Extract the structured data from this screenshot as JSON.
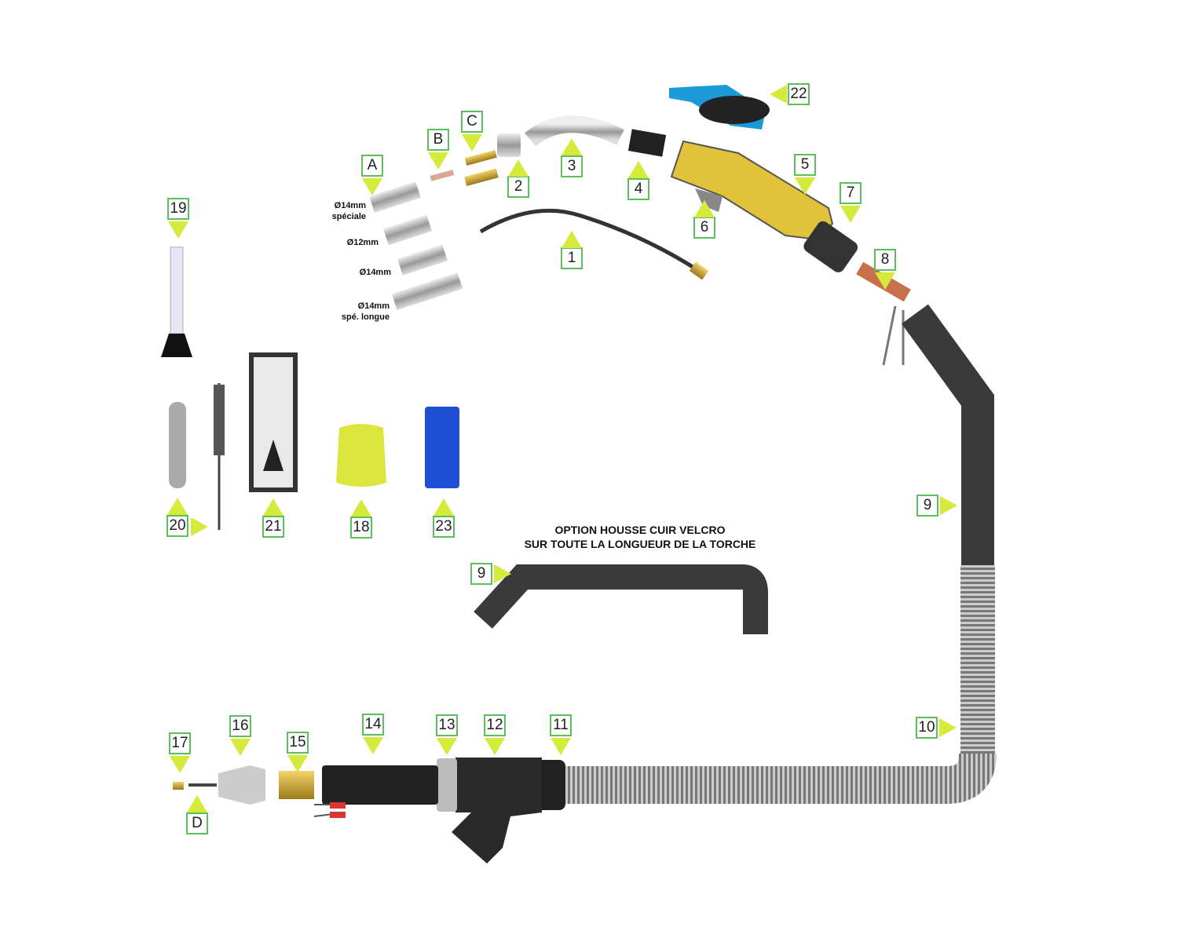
{
  "labels": {
    "p1": "1",
    "p2": "2",
    "p3": "3",
    "p4": "4",
    "p5": "5",
    "p6": "6",
    "p7": "7",
    "p8": "8",
    "p9": "9",
    "p9b": "9",
    "p10": "10",
    "p11": "11",
    "p12": "12",
    "p13": "13",
    "p14": "14",
    "p15": "15",
    "p16": "16",
    "p17": "17",
    "p18": "18",
    "p19": "19",
    "p20": "20",
    "p21": "21",
    "p22": "22",
    "p23": "23",
    "A": "A",
    "B": "B",
    "C": "C",
    "D": "D"
  },
  "nozzles": [
    {
      "line1": "Ø14mm",
      "line2": "spéciale"
    },
    {
      "line1": "Ø12mm",
      "line2": ""
    },
    {
      "line1": "Ø14mm",
      "line2": ""
    },
    {
      "line1": "Ø14mm",
      "line2": "spé. longue"
    }
  ],
  "option_text": {
    "line1": "OPTION HOUSSE CUIR VELCRO",
    "line2": "SUR TOUTE LA LONGUEUR DE LA TORCHE"
  },
  "colors": {
    "label_border": "#5cbf5c",
    "arrow": "#d6ea3c",
    "handle": "#e2c23a",
    "hose": "#3a3a3a"
  }
}
